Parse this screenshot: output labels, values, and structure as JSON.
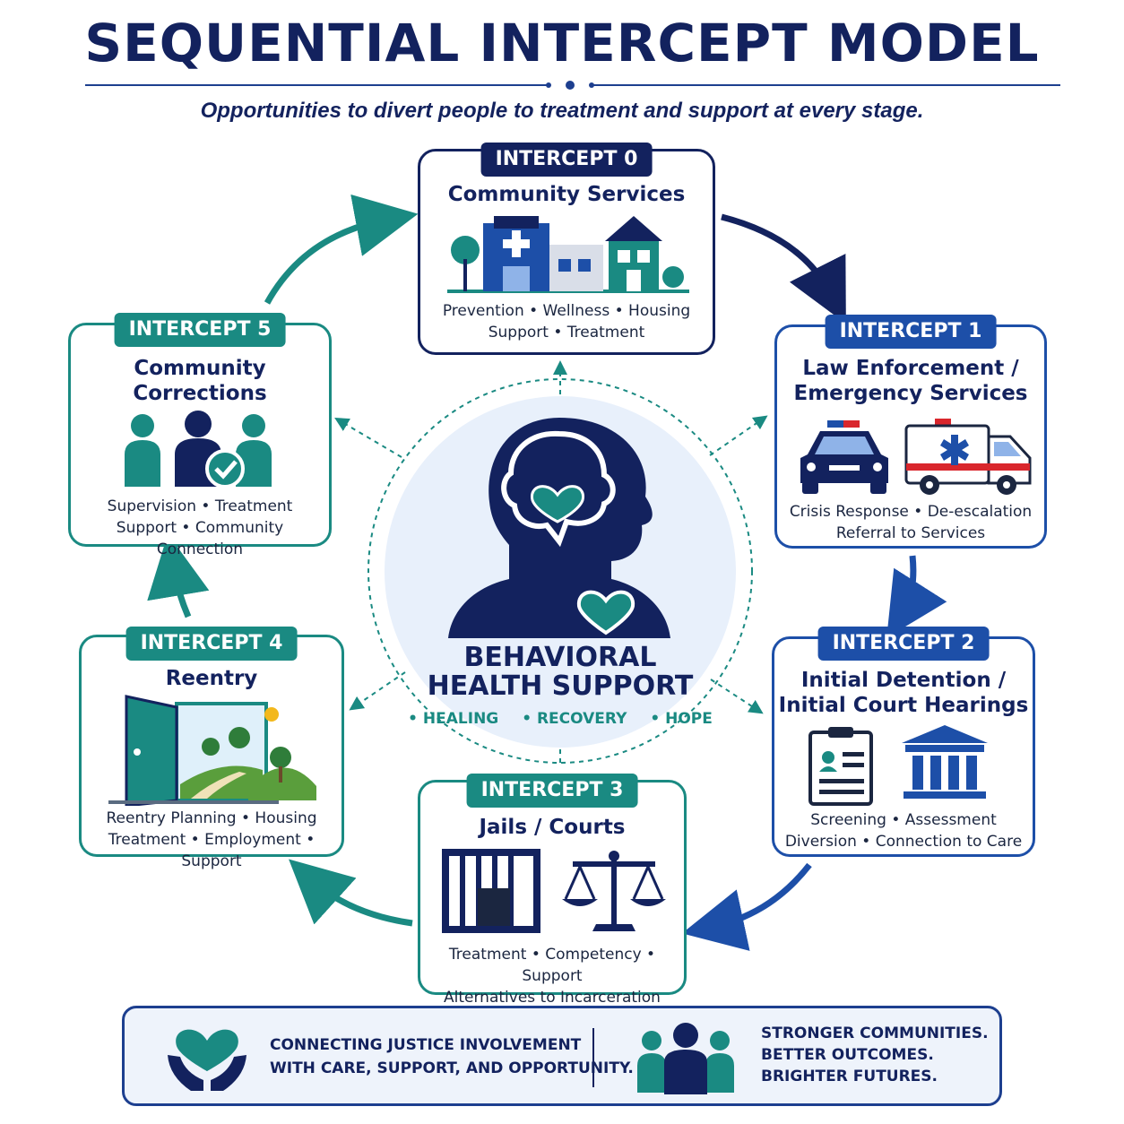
{
  "header": {
    "title": "SEQUENTIAL INTERCEPT MODEL",
    "subtitle": "Opportunities to divert people to treatment and support at every stage."
  },
  "center": {
    "title_line1": "BEHAVIORAL",
    "title_line2": "HEALTH SUPPORT",
    "tags": [
      "• HEALING",
      "• RECOVERY",
      "• HOPE"
    ]
  },
  "intercepts": [
    {
      "label": "INTERCEPT 0",
      "title_lines": [
        "Community Services"
      ],
      "desc_lines": [
        "Prevention • Wellness • Housing",
        "Support • Treatment"
      ],
      "color": "#13225e"
    },
    {
      "label": "INTERCEPT 1",
      "title_lines": [
        "Law Enforcement /",
        "Emergency Services"
      ],
      "desc_lines": [
        "Crisis Response • De-escalation",
        "Referral to Services"
      ],
      "color": "#1d4fa8"
    },
    {
      "label": "INTERCEPT 2",
      "title_lines": [
        "Initial Detention /",
        "Initial Court Hearings"
      ],
      "desc_lines": [
        "Screening • Assessment",
        "Diversion • Connection to Care"
      ],
      "color": "#1d4fa8"
    },
    {
      "label": "INTERCEPT 3",
      "title_lines": [
        "Jails / Courts"
      ],
      "desc_lines": [
        "Treatment • Competency • Support",
        "Alternatives to Incarceration"
      ],
      "color": "#1a8a82"
    },
    {
      "label": "INTERCEPT 4",
      "title_lines": [
        "Reentry"
      ],
      "desc_lines": [
        "Reentry Planning • Housing",
        "Treatment • Employment • Support"
      ],
      "color": "#1a8a82"
    },
    {
      "label": "INTERCEPT 5",
      "title_lines": [
        "Community",
        "Corrections"
      ],
      "desc_lines": [
        "Supervision • Treatment",
        "Support • Community Connection"
      ],
      "color": "#1a8a82"
    }
  ],
  "footer": {
    "left_lines": [
      "CONNECTING JUSTICE INVOLVEMENT",
      "WITH CARE, SUPPORT, AND OPPORTUNITY."
    ],
    "right_lines": [
      "STRONGER COMMUNITIES.",
      "BETTER OUTCOMES.",
      "BRIGHTER FUTURES."
    ]
  },
  "colors": {
    "navy": "#13225e",
    "blue": "#1d4fa8",
    "teal": "#1a8a82",
    "light": "#e8f0fb"
  },
  "icons": [
    "hospital-icon",
    "police-car-icon",
    "ambulance-icon",
    "clipboard-icon",
    "courthouse-icon",
    "jail-bars-icon",
    "scales-icon",
    "open-door-icon",
    "people-check-icon",
    "head-brain-heart-icon",
    "hands-heart-icon",
    "group-people-icon"
  ]
}
